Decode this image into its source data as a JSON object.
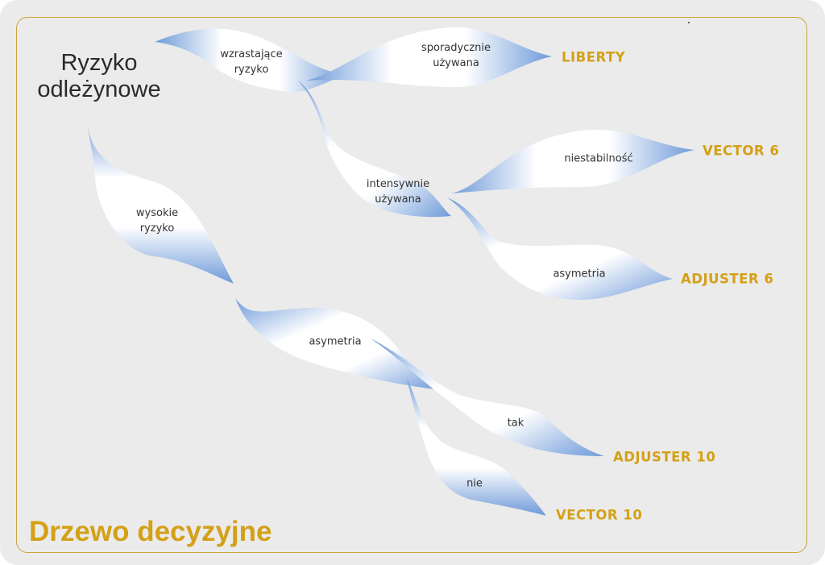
{
  "title": "Ryzyko\nodleżynowe",
  "footer_title": "Drzewo decyzyjne",
  "colors": {
    "background": "#ebebeb",
    "frame": "#c9a43a",
    "accent_text": "#d4a017",
    "ribbon_blue": "#6e9ad9",
    "ribbon_white": "#ffffff"
  },
  "nodes": [
    {
      "id": "wzrastajace",
      "label": "wzrastające\nryzyko"
    },
    {
      "id": "sporadycznie",
      "label": "sporadycznie\nużywana"
    },
    {
      "id": "intensywnie",
      "label": "intensywnie\nużywana"
    },
    {
      "id": "niestabilnosc",
      "label": "niestabilność"
    },
    {
      "id": "asymetria1",
      "label": "asymetria"
    },
    {
      "id": "wysokie",
      "label": "wysokie\nryzyko"
    },
    {
      "id": "asymetria2",
      "label": "asymetria"
    },
    {
      "id": "tak",
      "label": "tak"
    },
    {
      "id": "nie",
      "label": "nie"
    }
  ],
  "products": [
    {
      "id": "liberty",
      "label": "LIBERTY"
    },
    {
      "id": "vector6",
      "label": "VECTOR 6"
    },
    {
      "id": "adjuster6",
      "label": "ADJUSTER 6"
    },
    {
      "id": "adjuster10",
      "label": "ADJUSTER 10"
    },
    {
      "id": "vector10",
      "label": "VECTOR 10"
    }
  ]
}
